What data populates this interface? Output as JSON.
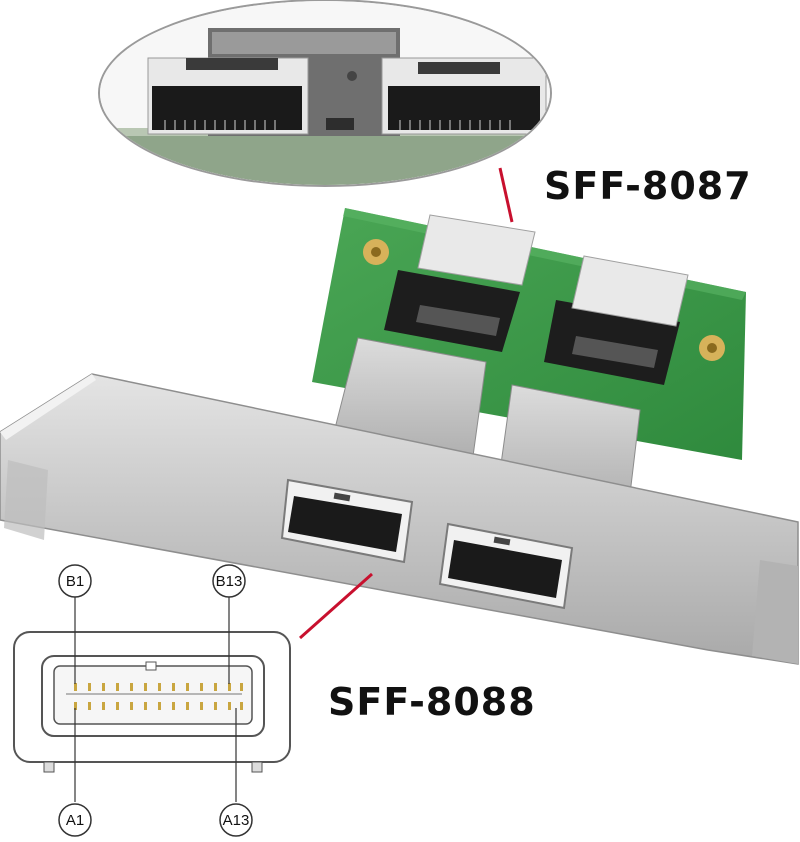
{
  "labels": {
    "top_connector": "SFF-8087",
    "bottom_connector": "SFF-8088"
  },
  "pinout": {
    "top_left": "B1",
    "top_right": "B13",
    "bottom_left": "A1",
    "bottom_right": "A13"
  },
  "colors": {
    "pcb_green": "#3f9a4a",
    "bracket_silver": "#c9c9c9",
    "pointer_red": "#c8102e"
  }
}
